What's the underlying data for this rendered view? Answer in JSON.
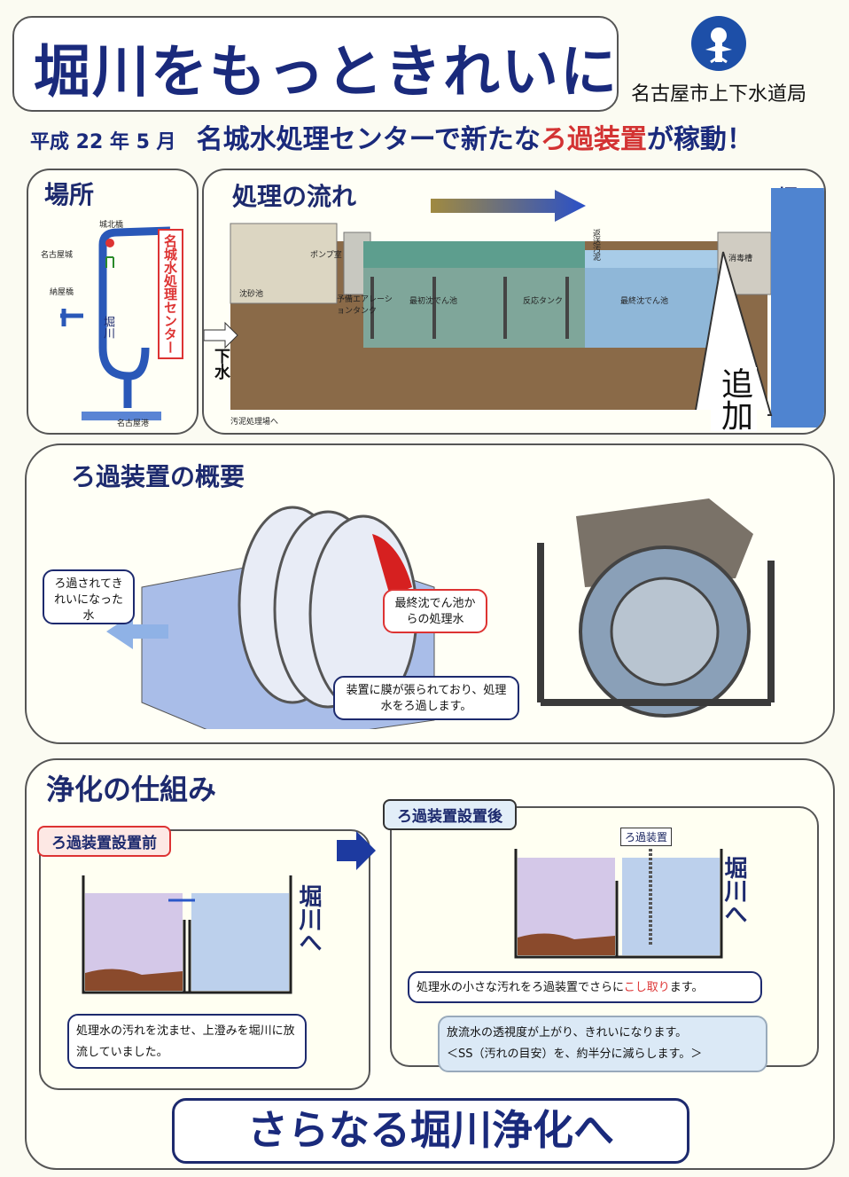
{
  "header": {
    "title": "堀川をもっときれいに",
    "org": "名古屋市上下水道局",
    "date": "平成 22 年 5 月",
    "subtitle_pre": "名城水処理センターで新たな",
    "subtitle_highlight": "ろ過装置",
    "subtitle_post": "が稼動！"
  },
  "location": {
    "title": "場所",
    "labels": [
      "城北橋",
      "名古屋城",
      "納屋橋",
      "堀川",
      "名古屋港"
    ],
    "center_label": "名城水処理センター"
  },
  "flow": {
    "title": "処理の流れ",
    "river": "堀川",
    "inlet": "下水",
    "stages": [
      "ポンプ室",
      "沈砂池",
      "予備エアレーションタンク",
      "最初沈でん池",
      "反応タンク",
      "最終沈でん池",
      "消毒槽",
      "返送汚泥"
    ],
    "sludge": "汚泥処理場へ",
    "added": "追加"
  },
  "overview": {
    "title": "ろ過装置の概要",
    "callout_clean": "ろ過されてきれいになった水",
    "callout_input": "最終沈でん池からの処理水",
    "callout_membrane": "装置に膜が張られており、処理水をろ過します。"
  },
  "mechanism": {
    "title": "浄化の仕組み",
    "before_tag": "ろ過装置設置前",
    "after_tag": "ろ過装置設置後",
    "device_label": "ろ過装置",
    "to_river": "堀川へ",
    "before_text": "処理水の汚れを沈ませ、上澄みを堀川に放流していました。",
    "after_text_pre": "処理水の小さな汚れをろ過装置でさらに",
    "after_text_highlight": "こし取り",
    "after_text_post": "ます。",
    "result_text_1": "放流水の透視度が上がり、きれいになります。",
    "result_text_2": "＜SS（汚れの目安）を、約半分に減らします。＞"
  },
  "footer": {
    "slogan": "さらなる堀川浄化へ"
  },
  "colors": {
    "navy": "#1d2a6e",
    "red": "#d33333",
    "water": "#9fc0e8",
    "sludge": "#8a4a2c"
  }
}
